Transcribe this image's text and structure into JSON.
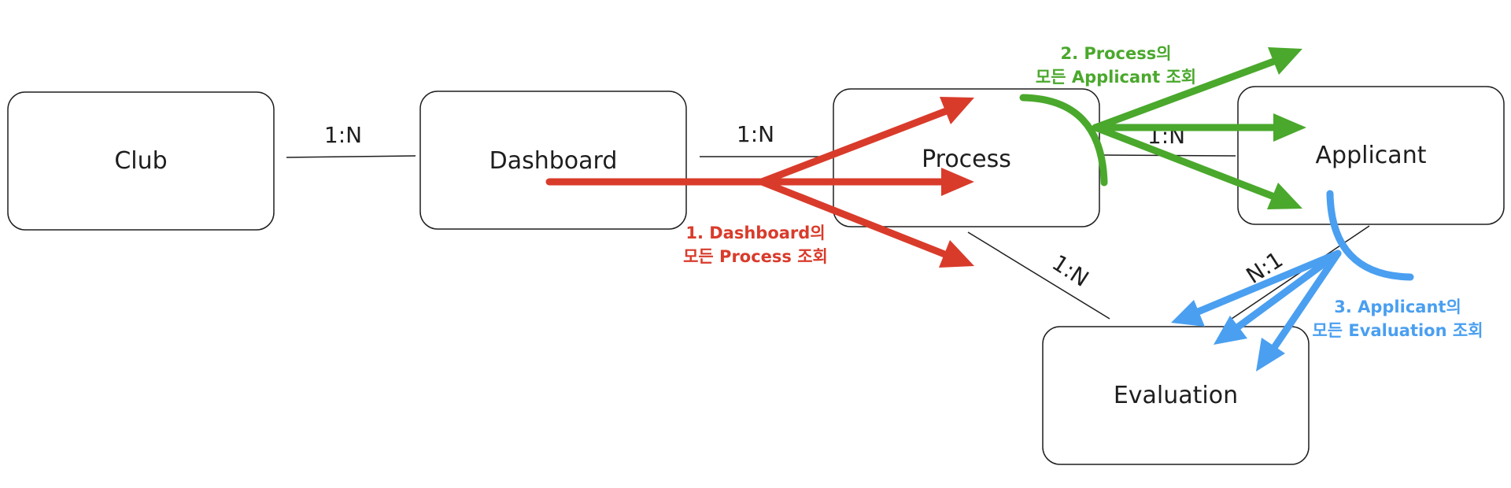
{
  "entities": {
    "club": "Club",
    "dashboard": "Dashboard",
    "process": "Process",
    "applicant": "Applicant",
    "evaluation": "Evaluation"
  },
  "relations": {
    "club_dashboard": "1:N",
    "dashboard_process": "1:N",
    "process_applicant": "1:N",
    "process_evaluation": "1:N",
    "evaluation_applicant": "N:1"
  },
  "annotations": {
    "step1": {
      "line1": "1. Dashboard의",
      "line2": "모든 Process 조회",
      "color": "#d93b2b"
    },
    "step2": {
      "line1": "2. Process의",
      "line2": "모든 Applicant 조회",
      "color": "#4aa82c"
    },
    "step3": {
      "line1": "3. Applicant의",
      "line2": "모든 Evaluation 조회",
      "color": "#4a9ff0"
    }
  }
}
